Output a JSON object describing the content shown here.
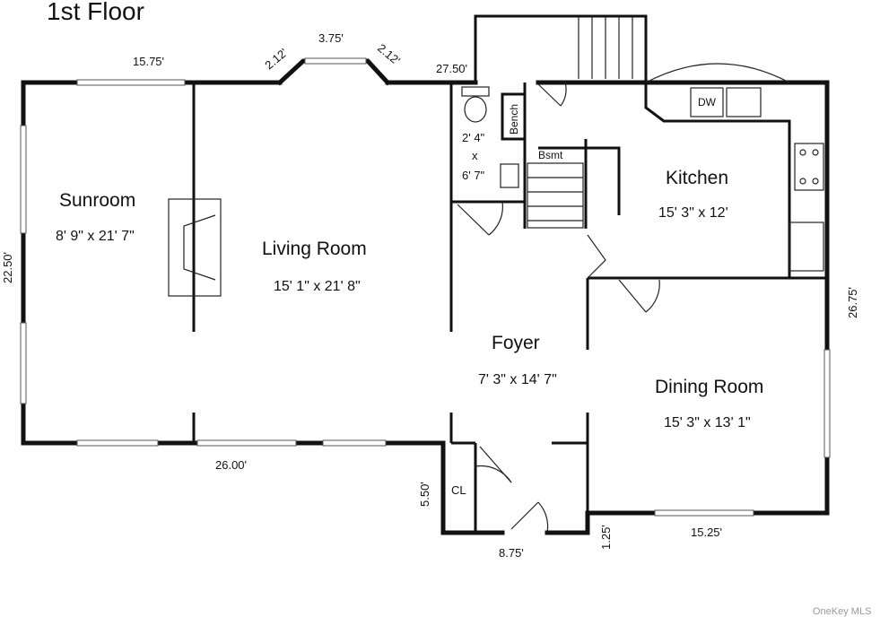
{
  "title": "1st Floor",
  "rooms": {
    "sunroom": {
      "name": "Sunroom",
      "dims": "8' 9\" x 21' 7\""
    },
    "living": {
      "name": "Living Room",
      "dims": "15' 1\" x 21' 8\""
    },
    "kitchen": {
      "name": "Kitchen",
      "dims": "15' 3\" x 12'"
    },
    "foyer": {
      "name": "Foyer",
      "dims": "7' 3\" x 14' 7\""
    },
    "dining": {
      "name": "Dining Room",
      "dims": "15' 3\" x 13' 1\""
    },
    "bath": {
      "dim_line1": "2' 4\"",
      "dim_line2": "x",
      "dim_line3": "6' 7\""
    }
  },
  "labels": {
    "bench": "Bench",
    "bsmt": "Bsmt",
    "dw": "DW",
    "cl": "CL"
  },
  "dimensions": {
    "top_left": "15.75'",
    "bay_left": "2.12'",
    "bay_mid": "3.75'",
    "bay_right": "2.12'",
    "top_right": "27.50'",
    "left_side": "22.50'",
    "bottom_left": "26.00'",
    "foyer_side": "5.50'",
    "foyer_bottom": "8.75'",
    "step": "1.25'",
    "bottom_right": "15.25'",
    "right_side": "26.75'"
  },
  "watermark": "OneKey MLS"
}
